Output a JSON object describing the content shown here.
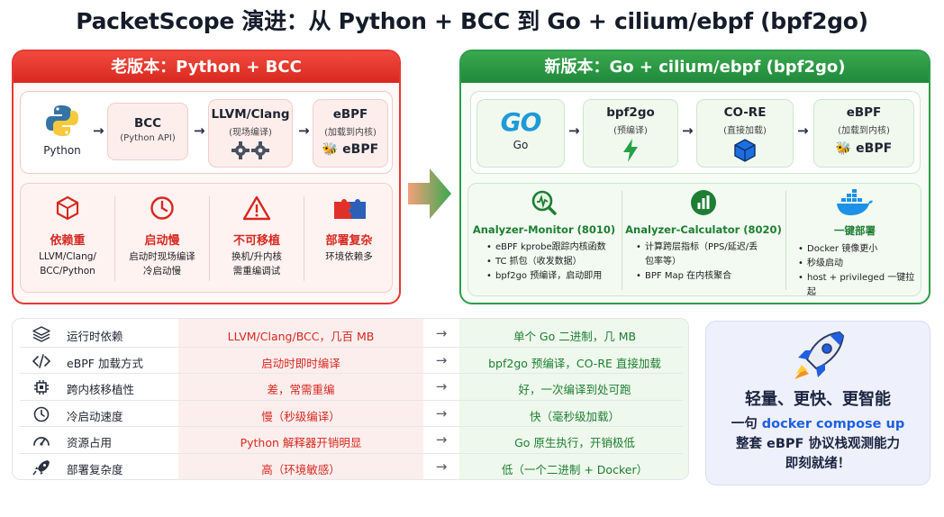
{
  "title": "PacketScope 演进：从 Python + BCC 到 Go + cilium/ebpf (bpf2go)",
  "old": {
    "header": "老版本：Python + BCC",
    "flow": [
      {
        "title": "",
        "label": "Python"
      },
      {
        "title": "BCC",
        "sub": "(Python API)"
      },
      {
        "title": "LLVM/Clang",
        "sub": "(现场编译)"
      },
      {
        "title": "eBPF",
        "sub": "(加载到内核)",
        "logo": "eBPF"
      }
    ],
    "problems": [
      {
        "icon": "cube-icon",
        "title": "依赖重",
        "text": [
          "LLVM/Clang/",
          "BCC/Python"
        ]
      },
      {
        "icon": "clock-icon",
        "title": "启动慢",
        "text": [
          "启动时现场编译",
          "冷启动慢"
        ]
      },
      {
        "icon": "warning-icon",
        "title": "不可移植",
        "text": [
          "换机/升内核",
          "需重编调试"
        ]
      },
      {
        "icon": "puzzle-icon",
        "title": "部署复杂",
        "text": [
          "环境依赖多"
        ]
      }
    ]
  },
  "new": {
    "header": "新版本：Go + cilium/ebpf (bpf2go)",
    "flow": [
      {
        "title": "",
        "logo": "GO",
        "label": "Go"
      },
      {
        "title": "bpf2go",
        "sub": "(预编译)"
      },
      {
        "title": "CO-RE",
        "sub": "(直接加载)"
      },
      {
        "title": "eBPF",
        "sub": "(加载到内核)",
        "logo": "eBPF"
      }
    ],
    "features": [
      {
        "icon": "magnifier-icon",
        "title": "Analyzer-Monitor (8010)",
        "items": [
          "eBPF kprobe跟踪内核函数",
          "TC 抓包（收发数据）",
          "bpf2go 预编译，启动即用"
        ]
      },
      {
        "icon": "bar-chart-icon",
        "title": "Analyzer-Calculator (8020)",
        "items": [
          "计算跨层指标（PPS/延迟/丢包率等）",
          "BPF Map 在内核聚合"
        ]
      },
      {
        "icon": "docker-icon",
        "title": "一键部署",
        "items": [
          "Docker 镜像更小",
          "秒级启动",
          "host + privileged 一键拉起"
        ]
      }
    ]
  },
  "comparison": [
    {
      "icon": "layers-icon",
      "label": "运行时依赖",
      "old": "LLVM/Clang/BCC，几百 MB",
      "arrow": "→",
      "new": "单个 Go 二进制，几 MB"
    },
    {
      "icon": "code-icon",
      "label": "eBPF 加载方式",
      "old": "启动时即时编译",
      "arrow": "→",
      "new": "bpf2go 预编译，CO-RE 直接加载"
    },
    {
      "icon": "chip-icon",
      "label": "跨内核移植性",
      "old": "差，常需重编",
      "arrow": "→",
      "new": "好，一次编译到处可跑"
    },
    {
      "icon": "clock-icon",
      "label": "冷启动速度",
      "old": "慢（秒级编译）",
      "arrow": "→",
      "new": "快（毫秒级加载）"
    },
    {
      "icon": "gauge-icon",
      "label": "资源占用",
      "old": "Python 解释器开销明显",
      "arrow": "→",
      "new": "Go 原生执行，开销极低"
    },
    {
      "icon": "rocket-icon",
      "label": "部署复杂度",
      "old": "高（环境敏感）",
      "arrow": "→",
      "new": "低（一个二进制 + Docker）"
    }
  ],
  "summary": {
    "icon": "rocket-icon",
    "headline": "轻量、更快、更智能",
    "line1_prefix": "一句 ",
    "line1_accent": "docker compose up",
    "line2": "整套 eBPF 协议栈观测能力",
    "line3": "即刻就绪！"
  },
  "colors": {
    "old": "#e53935",
    "new": "#2e9b4b",
    "accent": "#1f5fe0"
  }
}
